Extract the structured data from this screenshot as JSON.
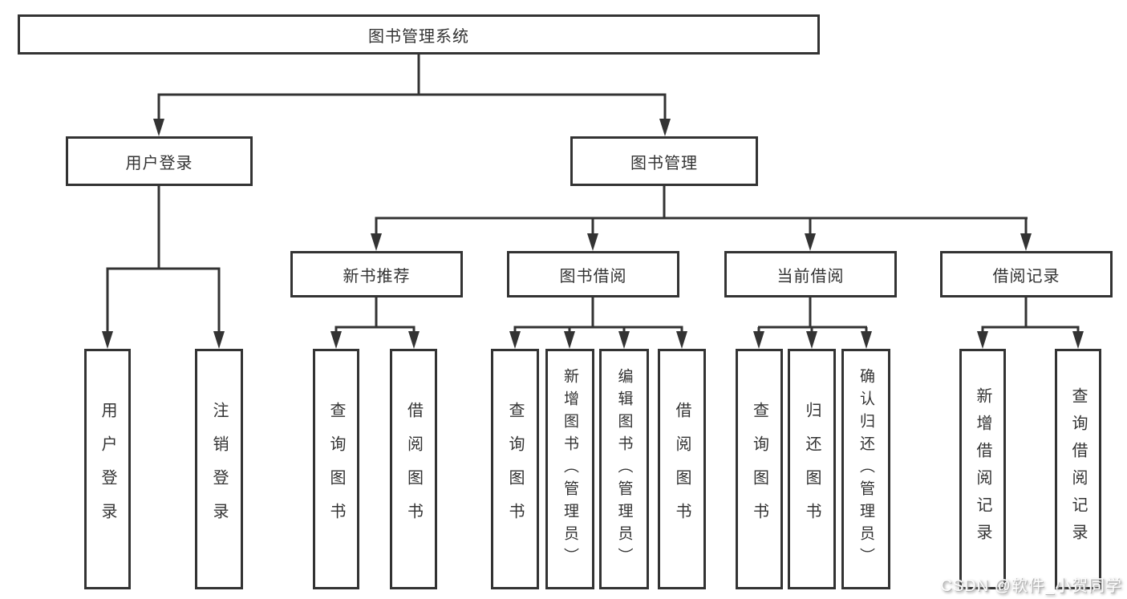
{
  "tree": {
    "root": "图书管理系统",
    "user_login": {
      "label": "用户登录",
      "leaves": [
        "用户登录",
        "注销登录"
      ]
    },
    "book_management": {
      "label": "图书管理",
      "sections": [
        {
          "label": "新书推荐",
          "leaves": [
            "查询图书",
            "借阅图书"
          ]
        },
        {
          "label": "图书借阅",
          "leaves": [
            "查询图书",
            "新增图书（管理员）",
            "编辑图书（管理员）",
            "借阅图书"
          ]
        },
        {
          "label": "当前借阅",
          "leaves": [
            "查询图书",
            "归还图书",
            "确认归还（管理员）"
          ]
        },
        {
          "label": "借阅记录",
          "leaves": [
            "新增借阅记录",
            "查询借阅记录"
          ]
        }
      ]
    }
  },
  "watermark": "CSDN @软件_小贺同学",
  "colors": {
    "line": "#333333",
    "text": "#333333",
    "background": "#ffffff"
  }
}
